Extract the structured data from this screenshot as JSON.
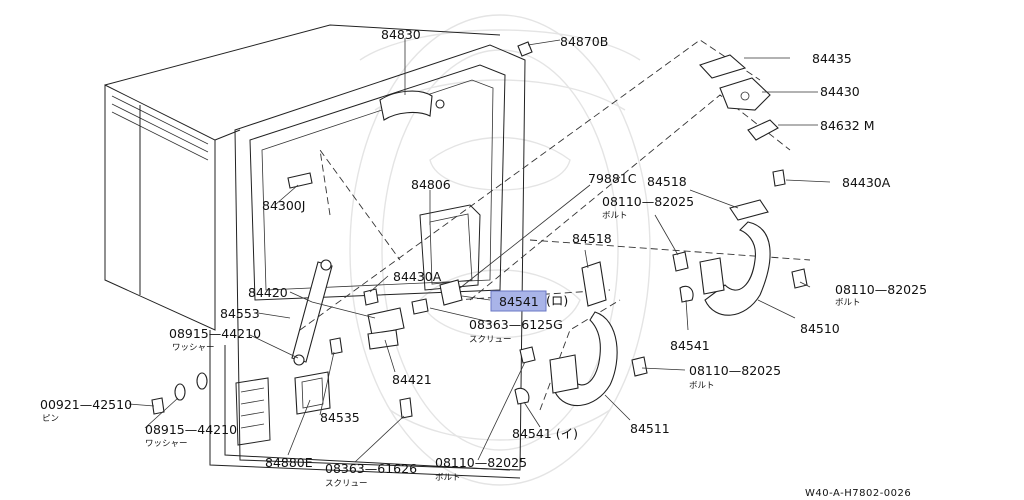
{
  "drawing_code": "W40-A-H7802-0026",
  "parts": {
    "p84830": "84830",
    "p84870B": "84870B",
    "p84435": "84435",
    "p84430": "84430",
    "p84632M": "84632 M",
    "p84430A_right": "84430A",
    "p84300J": "84300J",
    "p84806": "84806",
    "p79881C": "79881C",
    "p84518_top": "84518",
    "p08110_82025_a": "08110—82025",
    "p08110_82025_a_sub": "ボルト",
    "p84518_mid": "84518",
    "p84430A_left": "84430A",
    "p84420": "84420",
    "p84553": "84553",
    "p08915_44210_a": "08915—44210",
    "p08915_44210_a_sub": "ワッシャー",
    "p84541_hl": "84541",
    "p84541_hl_suffix": "(ロ)",
    "p08363_6125G": "08363—6125G",
    "p08363_6125G_sub": "スクリュー",
    "p08110_82025_b": "08110—82025",
    "p08110_82025_b_sub": "ボルト",
    "p84510": "84510",
    "p84541_mid": "84541",
    "p08110_82025_c": "08110—82025",
    "p08110_82025_c_sub": "ボルト",
    "p84421": "84421",
    "p00921_42510": "00921—42510",
    "p00921_42510_sub": "ピン",
    "p84535": "84535",
    "p08915_44210_b": "08915—44210",
    "p08915_44210_b_sub": "ワッシャー",
    "p84541_i": "84541 (イ)",
    "p84511": "84511",
    "p84880E": "84880E",
    "p08363_61626": "08363—61626",
    "p08363_61626_sub": "スクリュー",
    "p08110_82025_d": "08110—82025",
    "p08110_82025_d_sub": "ボルト"
  }
}
